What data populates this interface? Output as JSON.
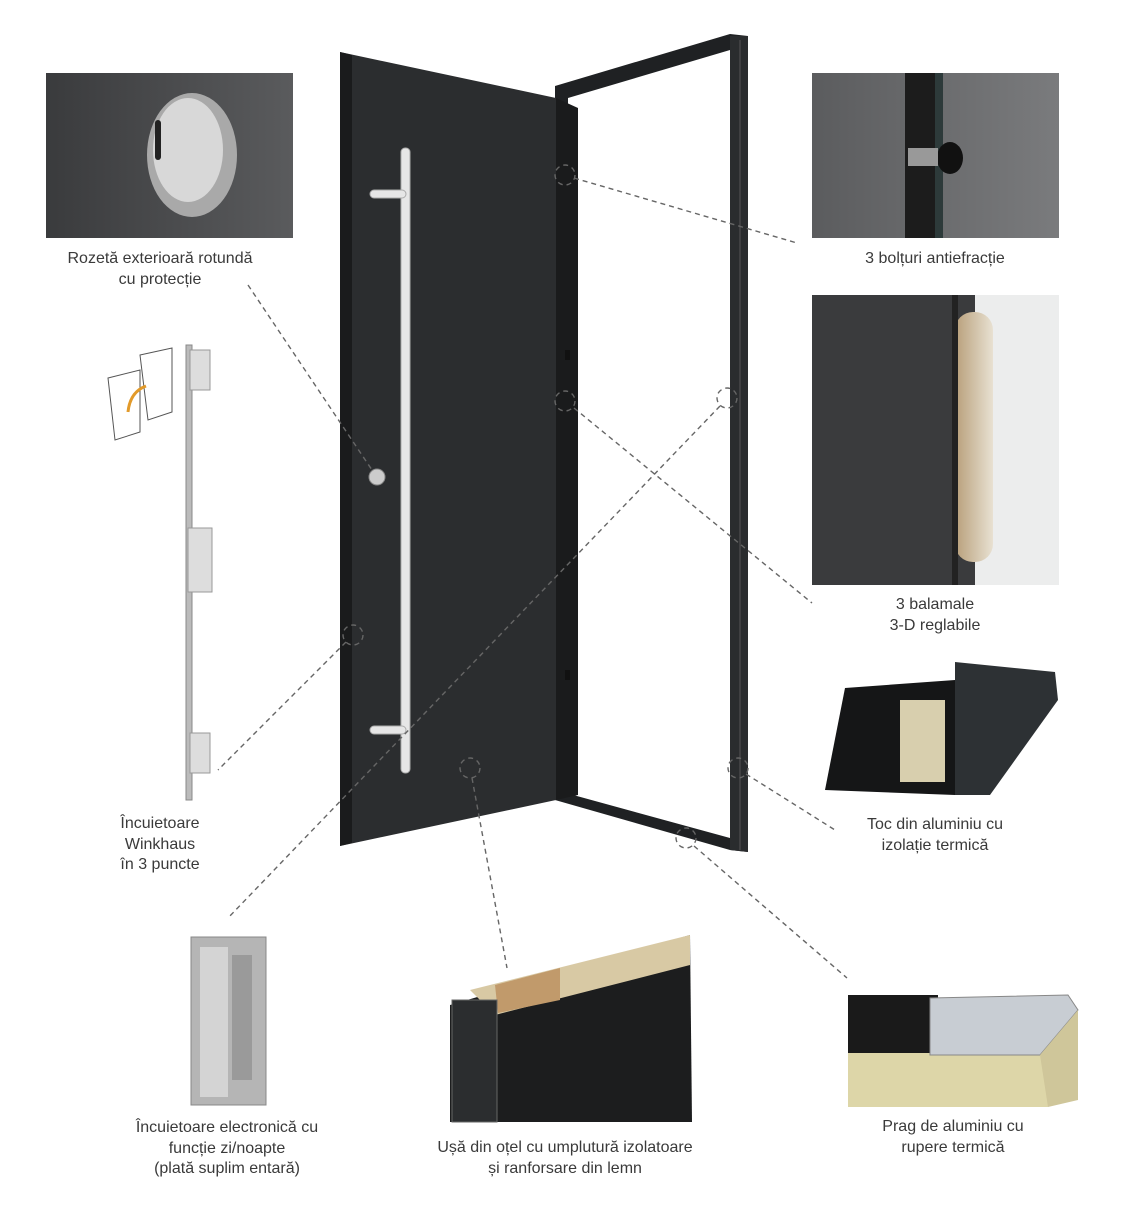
{
  "labels": {
    "rozeta": [
      "Rozetă exterioară rotundă",
      "cu protecție"
    ],
    "bolturi": [
      "3 bolțuri antiefracție"
    ],
    "balamale": [
      "3 balamale",
      "3-D reglabile"
    ],
    "toc": [
      "Toc din aluminiu cu",
      "izolație termică"
    ],
    "winkhaus": [
      "Încuietoare",
      "Winkhaus",
      "în 3 puncte"
    ],
    "electronica": [
      "Încuietoare electronică cu",
      "funcție zi/noapte",
      "(plată suplim entară)"
    ],
    "usa": [
      "Ușă din oțel cu umplutură izolatoare",
      "și ranforsare din lemn"
    ],
    "prag": [
      "Prag de aluminiu cu",
      "rupere termică"
    ]
  },
  "colors": {
    "door": "#2b2d2f",
    "text": "#3a3a3a",
    "dash": "#666666"
  }
}
